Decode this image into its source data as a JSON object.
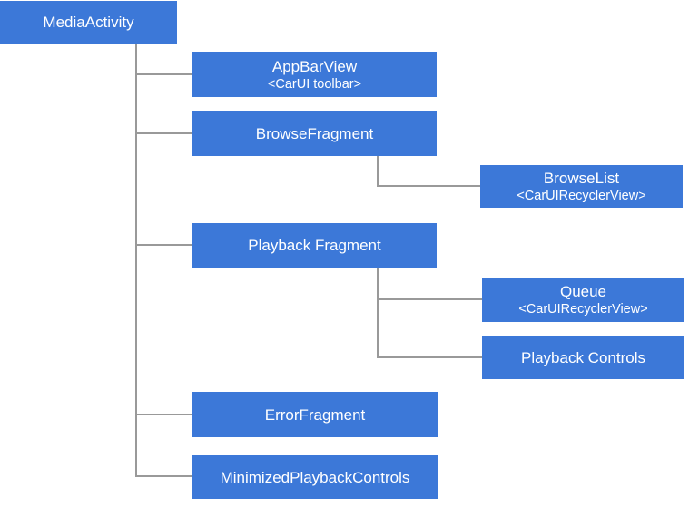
{
  "diagram": {
    "type": "hierarchy-tree",
    "background": "#ffffff",
    "node_fill": "#3c78d8",
    "connector_color": "#999999",
    "text_color": "#ffffff"
  },
  "nodes": {
    "media_activity": {
      "label": "MediaActivity"
    },
    "app_bar_view": {
      "label": "AppBarView",
      "sublabel": "<CarUI toolbar>"
    },
    "browse_fragment": {
      "label": "BrowseFragment"
    },
    "browse_list": {
      "label": "BrowseList",
      "sublabel": "<CarUIRecyclerView>"
    },
    "playback_fragment": {
      "label": "Playback Fragment"
    },
    "queue": {
      "label": "Queue",
      "sublabel": "<CarUIRecyclerView>"
    },
    "playback_controls": {
      "label": "Playback Controls"
    },
    "error_fragment": {
      "label": "ErrorFragment"
    },
    "minimized_playback_controls": {
      "label": "MinimizedPlaybackControls"
    }
  },
  "edges": [
    {
      "from": "media_activity",
      "to": "app_bar_view"
    },
    {
      "from": "media_activity",
      "to": "browse_fragment"
    },
    {
      "from": "media_activity",
      "to": "playback_fragment"
    },
    {
      "from": "media_activity",
      "to": "error_fragment"
    },
    {
      "from": "media_activity",
      "to": "minimized_playback_controls"
    },
    {
      "from": "browse_fragment",
      "to": "browse_list"
    },
    {
      "from": "playback_fragment",
      "to": "queue"
    },
    {
      "from": "playback_fragment",
      "to": "playback_controls"
    }
  ]
}
